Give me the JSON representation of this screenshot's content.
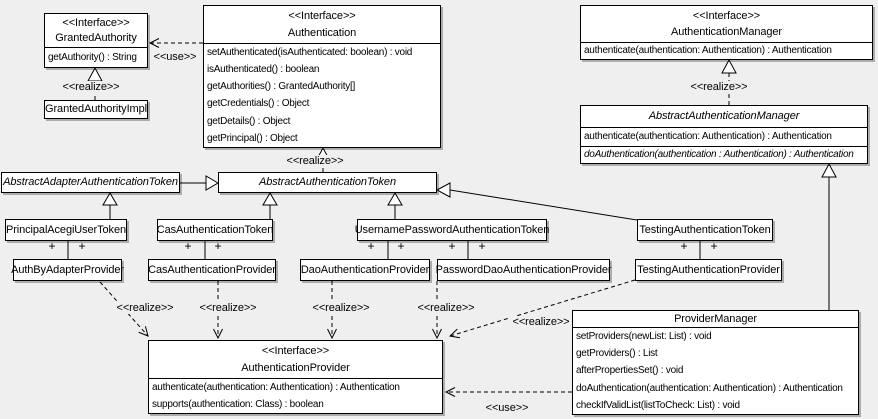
{
  "diagram": {
    "type": "uml-class-diagram",
    "colors": {
      "background": "#efefef",
      "box_fill": "#ffffff",
      "line": "#000000"
    },
    "classes": [
      {
        "id": "granted-authority",
        "stereotype": "<<Interface>>",
        "name": "GrantedAuthority",
        "methods": [
          "getAuthority() : String"
        ]
      },
      {
        "id": "granted-authority-impl",
        "name": "GrantedAuthorityImpl"
      },
      {
        "id": "authentication",
        "stereotype": "<<Interface>>",
        "name": "Authentication",
        "methods": [
          "setAuthenticated(isAuthenticated: boolean) : void",
          "isAuthenticated() : boolean",
          "getAuthorities() : GrantedAuthority[]",
          "getCredentials() : Object",
          "getDetails() : Object",
          "getPrincipal() : Object"
        ]
      },
      {
        "id": "authentication-manager",
        "stereotype": "<<Interface>>",
        "name": "AuthenticationManager",
        "methods": [
          "authenticate(authentication: Authentication) : Authentication"
        ]
      },
      {
        "id": "abstract-authentication-manager",
        "name": "AbstractAuthenticationManager",
        "italic": true,
        "clip": true,
        "methods": [
          {
            "text": "authenticate(authentication: Authentication) : Authentication"
          },
          {
            "text": "doAuthentication(authentication : Authentication) : Authentication",
            "italic": true,
            "sep": true
          }
        ]
      },
      {
        "id": "abstract-adapter-authentication-token",
        "name": "AbstractAdapterAuthenticationToken",
        "italic": true
      },
      {
        "id": "abstract-authentication-token",
        "name": "AbstractAuthenticationToken",
        "italic": true
      },
      {
        "id": "principal-acegi-user-token",
        "name": "PrincipalAcegiUserToken"
      },
      {
        "id": "cas-authentication-token",
        "name": "CasAuthenticationToken"
      },
      {
        "id": "username-password-authentication-token",
        "name": "UsernamePasswordAuthenticationToken"
      },
      {
        "id": "testing-authentication-token",
        "name": "TestingAuthenticationToken"
      },
      {
        "id": "auth-by-adapter-provider",
        "name": "AuthByAdapterProvider"
      },
      {
        "id": "cas-authentication-provider",
        "name": "CasAuthenticationProvider"
      },
      {
        "id": "dao-authentication-provider",
        "name": "DaoAuthenticationProvider"
      },
      {
        "id": "password-dao-authentication-provider",
        "name": "PasswordDaoAuthenticationProvider"
      },
      {
        "id": "testing-authentication-provider",
        "name": "TestingAuthenticationProvider"
      },
      {
        "id": "authentication-provider",
        "stereotype": "<<Interface>>",
        "name": "AuthenticationProvider",
        "methods": [
          "authenticate(authentication: Authentication) : Authentication",
          "supports(authentication: Class) : boolean"
        ]
      },
      {
        "id": "provider-manager",
        "name": "ProviderManager",
        "methods": [
          "setProviders(newList: List) : void",
          "getProviders() : List",
          "afterPropertiesSet() : void",
          "doAuthentication(authentication: Authentication) : Authentication",
          "checkIfValidList(listToCheck: List) : void"
        ]
      }
    ],
    "stereotype_labels": [
      {
        "id": "use-top",
        "text": "<<use>>"
      },
      {
        "id": "realize-granted-authority",
        "text": "<<realize>>"
      },
      {
        "id": "realize-authentication",
        "text": "<<realize>>"
      },
      {
        "id": "realize-authentication-manager",
        "text": "<<realize>>"
      },
      {
        "id": "realize-auth-by-adapter",
        "text": "<<realize>>"
      },
      {
        "id": "realize-cas",
        "text": "<<realize>>"
      },
      {
        "id": "realize-dao",
        "text": "<<realize>>"
      },
      {
        "id": "realize-password-dao",
        "text": "<<realize>>"
      },
      {
        "id": "realize-testing",
        "text": "<<realize>>"
      },
      {
        "id": "use-bottom",
        "text": "<<use>>"
      }
    ],
    "association_end_labels": [
      "+",
      "+",
      "+",
      "+",
      "+",
      "+",
      "+",
      "+",
      "+",
      "+"
    ]
  }
}
